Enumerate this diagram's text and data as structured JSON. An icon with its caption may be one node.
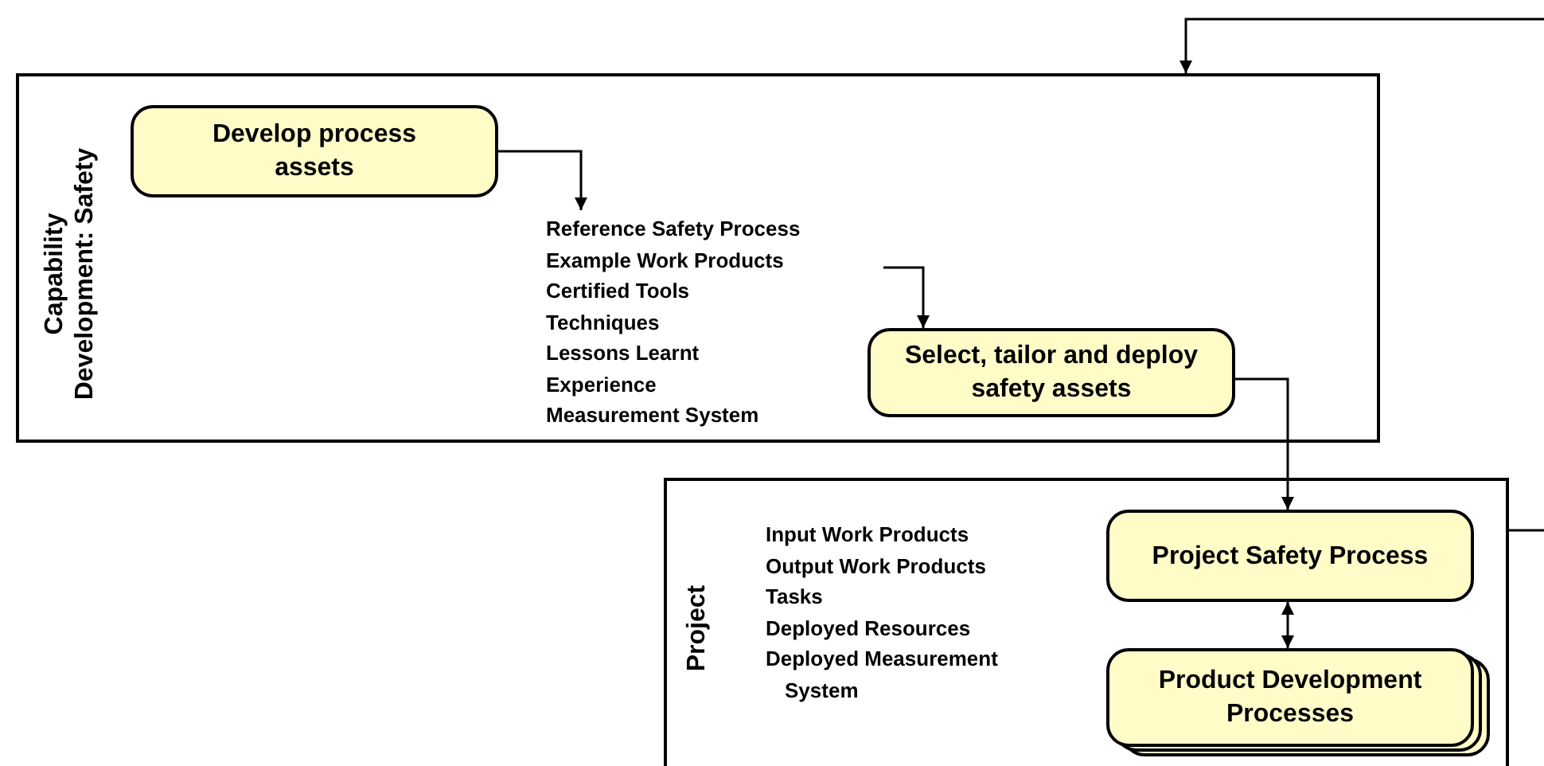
{
  "diagram": {
    "nodes": [
      {
        "text": [
          "Capability Development: Safety"
        ]
      },
      {
        "text": [
          "Develop process assets"
        ],
        "in": 0
      },
      {
        "text": [
          "Reference Safety Process",
          "Example Work Products",
          "Certified Tools",
          "Techniques",
          "Lessons Learnt",
          "Experience",
          "Measurement System"
        ],
        "in": 0
      },
      {
        "text": [
          "Select, tailor and deploy safety assets"
        ],
        "in": 0
      },
      {
        "text": [
          "Project"
        ]
      },
      {
        "text": [
          "Project Safety Process"
        ],
        "in": 4
      },
      {
        "text": [
          "Product Development Processes"
        ],
        "in": 4
      }
    ],
    "edges": [
      {
        "from": 1,
        "to": 2,
        "arrow": "to"
      },
      {
        "from": 2,
        "to": 3,
        "arrow": "to"
      },
      {
        "from": 3,
        "to": 5,
        "arrow": "to"
      },
      {
        "from": 5,
        "to": 6,
        "arrow": "both"
      },
      {
        "from": 4,
        "to": null,
        "arrow": "none"
      },
      {
        "from": null,
        "to": 0,
        "arrow": "to"
      }
    ],
    "labels": [
      "Input Work Products",
      "Output Work Products",
      "Tasks",
      "Deployed Resources",
      "Deployed Measurement System"
    ]
  }
}
